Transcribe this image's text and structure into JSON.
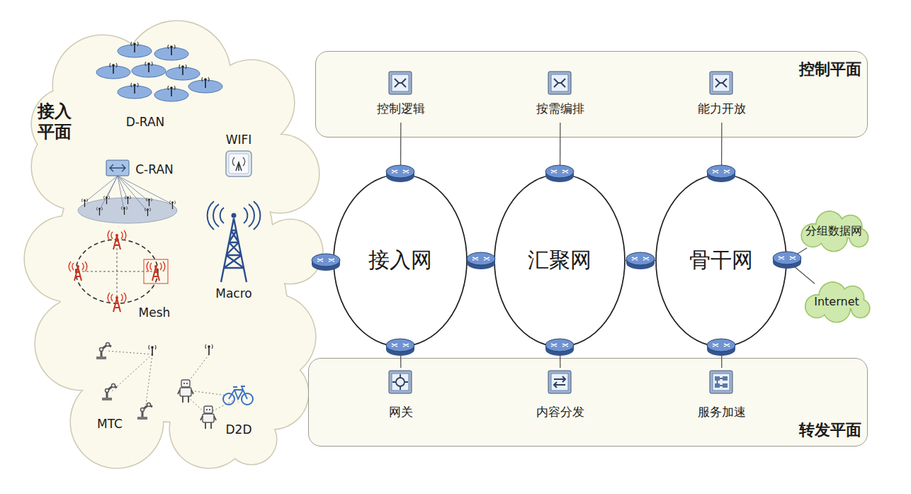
{
  "diagram": {
    "nodes": [
      {
        "text": [
          "接入 平面"
        ]
      },
      {
        "text": [
          "控制平面"
        ]
      },
      {
        "text": [
          "控制逻辑"
        ],
        "in": 1
      },
      {
        "text": [
          "按需编排"
        ],
        "in": 1
      },
      {
        "text": [
          "能力开放"
        ],
        "in": 1
      },
      {
        "text": [
          "接入网"
        ]
      },
      {
        "text": [
          "汇聚网"
        ]
      },
      {
        "text": [
          "骨干网"
        ]
      },
      {
        "text": [
          "分组数据网"
        ]
      },
      {
        "text": [
          "Internet"
        ]
      },
      {
        "text": [
          "转发平面"
        ]
      },
      {
        "text": [
          "网关"
        ],
        "in": 10
      },
      {
        "text": [
          "内容分发"
        ],
        "in": 10
      },
      {
        "text": [
          "服务加速"
        ],
        "in": 10
      }
    ],
    "edges": [
      {
        "from": 0,
        "to": 5,
        "arrow": "none"
      },
      {
        "from": 5,
        "to": 6,
        "arrow": "none"
      },
      {
        "from": 6,
        "to": 7,
        "arrow": "none"
      },
      {
        "from": 7,
        "to": 8,
        "arrow": "none"
      },
      {
        "from": 7,
        "to": 9,
        "arrow": "none"
      },
      {
        "from": 2,
        "to": 5,
        "arrow": "none"
      },
      {
        "from": 3,
        "to": 6,
        "arrow": "none"
      },
      {
        "from": 4,
        "to": 7,
        "arrow": "none"
      },
      {
        "from": 5,
        "to": 11,
        "arrow": "none"
      },
      {
        "from": 6,
        "to": 12,
        "arrow": "none"
      },
      {
        "from": 7,
        "to": 13,
        "arrow": "none"
      }
    ],
    "labels": [
      "D-RAN",
      "C-RAN",
      "WIFI",
      "Macro",
      "Mesh",
      "MTC",
      "D2D"
    ]
  }
}
